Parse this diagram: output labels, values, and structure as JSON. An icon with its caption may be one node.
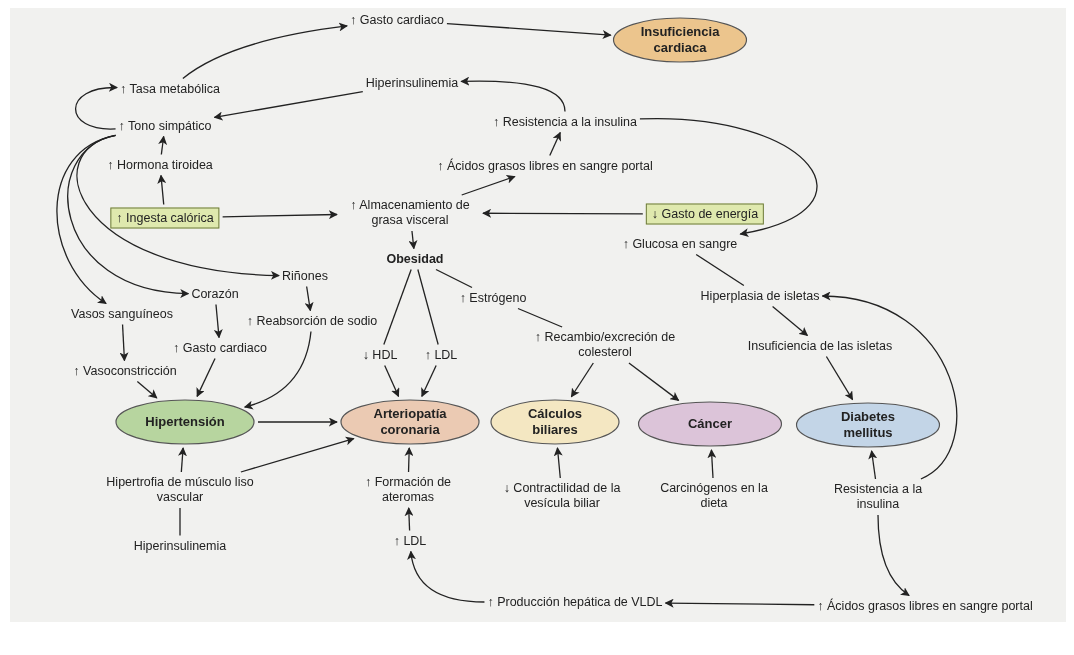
{
  "diagram": {
    "nodes": [
      {
        "text": [
          "↑ Gasto cardiaco"
        ]
      },
      {
        "text": [
          "Insuficiencia cardiaca"
        ]
      },
      {
        "text": [
          "↑ Tasa metabólica"
        ]
      },
      {
        "text": [
          "Hiperinsulinemia"
        ]
      },
      {
        "text": [
          "↑ Tono simpático"
        ]
      },
      {
        "text": [
          "↑ Resistencia a la insulina"
        ]
      },
      {
        "text": [
          "↑ Hormona tiroidea"
        ]
      },
      {
        "text": [
          "↑ Ácidos grasos libres en sangre portal"
        ]
      },
      {
        "text": [
          "↑ Ingesta calórica"
        ]
      },
      {
        "text": [
          "↑ Almacenamiento de grasa visceral"
        ]
      },
      {
        "text": [
          "↓ Gasto de energía"
        ]
      },
      {
        "text": [
          "↑ Glucosa en sangre"
        ]
      },
      {
        "text": [
          "Obesidad"
        ]
      },
      {
        "text": [
          "Riñones"
        ]
      },
      {
        "text": [
          "Corazón"
        ]
      },
      {
        "text": [
          "↑ Estrógeno"
        ]
      },
      {
        "text": [
          "Hiperplasia de isletas"
        ]
      },
      {
        "text": [
          "Vasos sanguíneos"
        ]
      },
      {
        "text": [
          "↑ Reabsorción de sodio"
        ]
      },
      {
        "text": [
          "↓ HDL"
        ]
      },
      {
        "text": [
          "↑ LDL"
        ]
      },
      {
        "text": [
          "↑ Recambio/excreción de colesterol"
        ]
      },
      {
        "text": [
          "↑ Gasto cardiaco"
        ]
      },
      {
        "text": [
          "Insuficiencia de las isletas"
        ]
      },
      {
        "text": [
          "↑ Vasoconstricción"
        ]
      },
      {
        "text": [
          "Hipertensión"
        ]
      },
      {
        "text": [
          "Arteriopatía coronaria"
        ]
      },
      {
        "text": [
          "Cálculos biliares"
        ]
      },
      {
        "text": [
          "Cáncer"
        ]
      },
      {
        "text": [
          "Diabetes mellitus"
        ]
      },
      {
        "text": [
          "Hipertrofia de músculo liso vascular"
        ]
      },
      {
        "text": [
          "↑ Formación de ateromas"
        ]
      },
      {
        "text": [
          "↓ Contractilidad de la vesícula biliar"
        ]
      },
      {
        "text": [
          "Carcinógenos en la dieta"
        ]
      },
      {
        "text": [
          "Resistencia a la insulina"
        ]
      },
      {
        "text": [
          "Hiperinsulinemia"
        ]
      },
      {
        "text": [
          "↑ LDL"
        ]
      },
      {
        "text": [
          "↑ Producción hepática de VLDL"
        ]
      },
      {
        "text": [
          "↑ Ácidos grasos libres en sangre portal"
        ]
      }
    ],
    "edges": [
      {
        "from": 2,
        "to": 0,
        "arrow": "to"
      },
      {
        "from": 0,
        "to": 1,
        "arrow": "to"
      },
      {
        "from": 4,
        "to": 2,
        "arrow": "to"
      },
      {
        "from": 3,
        "to": 4,
        "arrow": "to"
      },
      {
        "from": 5,
        "to": 3,
        "arrow": "to"
      },
      {
        "from": 6,
        "to": 4,
        "arrow": "to"
      },
      {
        "from": 8,
        "to": 6,
        "arrow": "to"
      },
      {
        "from": 7,
        "to": 5,
        "arrow": "to"
      },
      {
        "from": 9,
        "to": 7,
        "arrow": "to"
      },
      {
        "from": 8,
        "to": 9,
        "arrow": "to"
      },
      {
        "from": 10,
        "to": 9,
        "arrow": "to"
      },
      {
        "from": 5,
        "to": 11,
        "arrow": "to"
      },
      {
        "from": 9,
        "to": 12,
        "arrow": "to"
      },
      {
        "from": 4,
        "to": 17,
        "arrow": "to"
      },
      {
        "from": 4,
        "to": 14,
        "arrow": "to"
      },
      {
        "from": 4,
        "to": 13,
        "arrow": "to"
      },
      {
        "from": 11,
        "to": 16,
        "arrow": "none"
      },
      {
        "from": 16,
        "to": 23,
        "arrow": "to"
      },
      {
        "from": 23,
        "to": 29,
        "arrow": "to"
      },
      {
        "from": 34,
        "to": 16,
        "arrow": "to"
      },
      {
        "from": 34,
        "to": 29,
        "arrow": "to"
      },
      {
        "from": 34,
        "to": 38,
        "arrow": "to"
      },
      {
        "from": 38,
        "to": 37,
        "arrow": "to"
      },
      {
        "from": 37,
        "to": 36,
        "arrow": "to"
      },
      {
        "from": 36,
        "to": 31,
        "arrow": "to"
      },
      {
        "from": 31,
        "to": 26,
        "arrow": "to"
      },
      {
        "from": 33,
        "to": 28,
        "arrow": "to"
      },
      {
        "from": 32,
        "to": 27,
        "arrow": "to"
      },
      {
        "from": 12,
        "to": 19,
        "arrow": "none"
      },
      {
        "from": 12,
        "to": 20,
        "arrow": "none"
      },
      {
        "from": 19,
        "to": 26,
        "arrow": "to"
      },
      {
        "from": 20,
        "to": 26,
        "arrow": "to"
      },
      {
        "from": 12,
        "to": 15,
        "arrow": "none"
      },
      {
        "from": 15,
        "to": 21,
        "arrow": "none"
      },
      {
        "from": 21,
        "to": 27,
        "arrow": "to"
      },
      {
        "from": 21,
        "to": 28,
        "arrow": "to"
      },
      {
        "from": 13,
        "to": 18,
        "arrow": "to"
      },
      {
        "from": 14,
        "to": 22,
        "arrow": "to"
      },
      {
        "from": 17,
        "to": 24,
        "arrow": "to"
      },
      {
        "from": 24,
        "to": 25,
        "arrow": "to"
      },
      {
        "from": 22,
        "to": 25,
        "arrow": "to"
      },
      {
        "from": 18,
        "to": 25,
        "arrow": "to"
      },
      {
        "from": 25,
        "to": 26,
        "arrow": "to"
      },
      {
        "from": 30,
        "to": 25,
        "arrow": "to"
      },
      {
        "from": 30,
        "to": 26,
        "arrow": "to"
      },
      {
        "from": 35,
        "to": 30,
        "arrow": "none"
      }
    ]
  }
}
